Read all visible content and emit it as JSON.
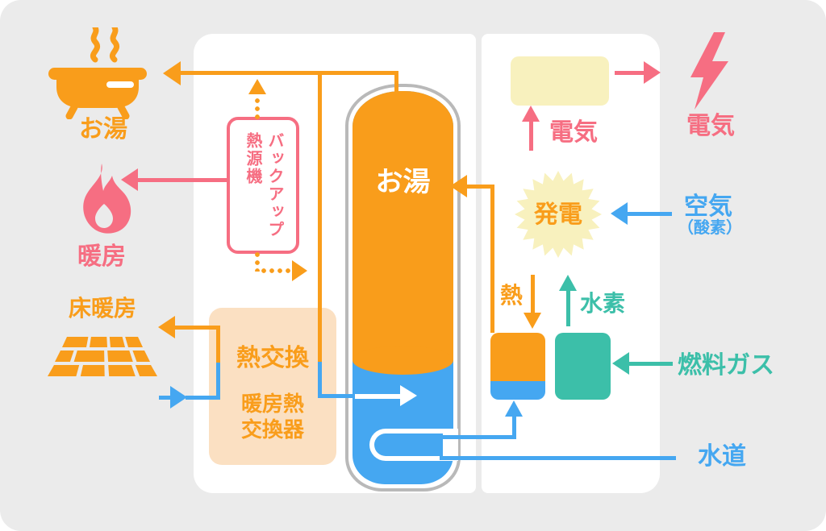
{
  "colors": {
    "orange": "#F99D1B",
    "pink": "#F66E82",
    "blue": "#45A7F1",
    "teal": "#3CBFA9",
    "pale_yellow": "#F8F1BE",
    "peach": "#FBE0C2",
    "background_gray": "#EBEBEB",
    "tank_outline_gray": "#B9B9B9"
  },
  "left": {
    "hot_water": "お湯",
    "heating": "暖房",
    "floor_heating": "床暖房"
  },
  "unit": {
    "backup_line1": "バックアップ",
    "backup_line2": "熱源機",
    "hx_title": "熱交換",
    "hx_sub1": "暖房熱",
    "hx_sub2": "交換器",
    "tank": "お湯",
    "heat": "熱",
    "hydrogen": "水素",
    "generation": "発電",
    "electricity": "電気"
  },
  "right": {
    "electricity": "電気",
    "air": "空気",
    "air_sub": "（酸素）",
    "fuel_gas": "燃料ガス",
    "water": "水道"
  },
  "icons": [
    "bathtub-icon",
    "steam-icon",
    "flame-icon",
    "floor-heating-icon",
    "lightning-icon",
    "generation-starburst-icon"
  ]
}
